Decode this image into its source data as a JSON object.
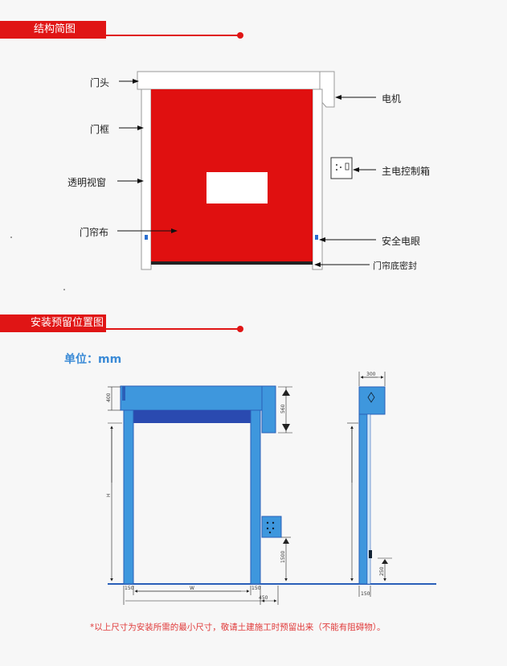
{
  "sections": {
    "structure_title": "结构简图",
    "install_title": "安装预留位置图"
  },
  "structure_labels": {
    "door_head": "门头",
    "door_frame": "门框",
    "window": "透明视窗",
    "curtain": "门帘布",
    "motor": "电机",
    "control_box": "主电控制箱",
    "safety_eye": "安全电眼",
    "bottom_seal": "门帘底密封"
  },
  "install": {
    "unit": "单位：mm",
    "dims": {
      "top_400": "400",
      "side_560": "560",
      "h": "H",
      "w": "W",
      "box_1500": "1500",
      "base_150a": "150",
      "base_150b": "150",
      "base_450": "450",
      "right_300": "300",
      "right_250": "250",
      "right_150": "150"
    },
    "note": "*以上尺寸为安装所需的最小尺寸，敬请土建施工时预留出来（不能有阻碍物）。"
  },
  "colors": {
    "brand_red": "#e01515",
    "curtain_red": "#e01010",
    "blue": "#3e97dd",
    "dark_blue": "#2a5fb8"
  }
}
